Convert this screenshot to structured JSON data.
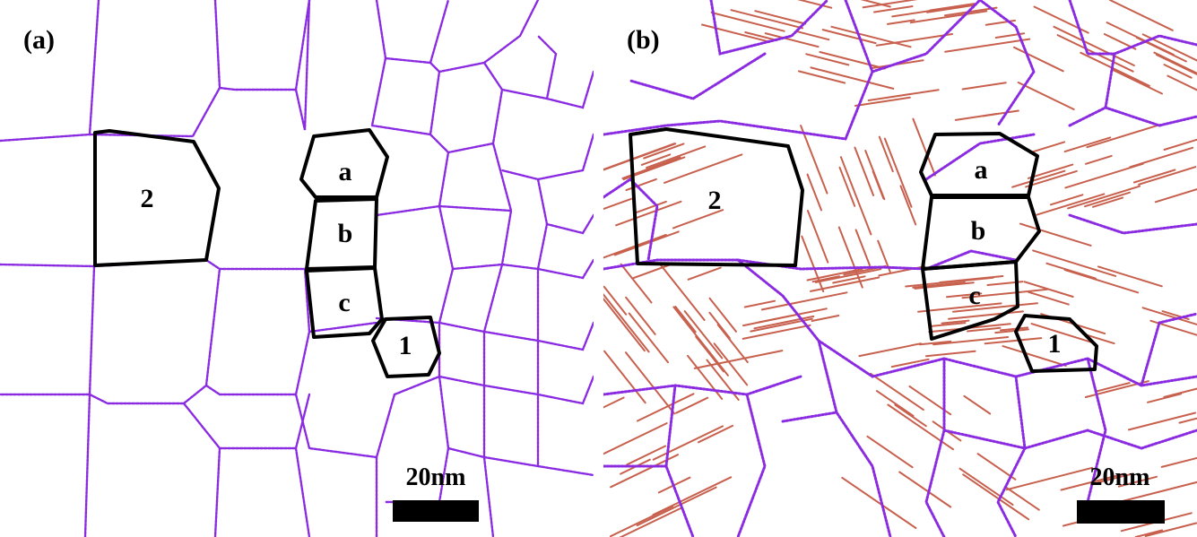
{
  "panels": [
    {
      "label": "(a)",
      "grain_labels": {
        "a": "a",
        "b": "b",
        "c": "c",
        "one": "1",
        "two": "2"
      },
      "scale_bar": "20nm",
      "colors": {
        "boundary_atoms": "#8a2be2",
        "stacking_faults": "#c8604e",
        "outline": "#000000"
      }
    },
    {
      "label": "(b)",
      "grain_labels": {
        "a": "a",
        "b": "b",
        "c": "c",
        "one": "1",
        "two": "2"
      },
      "scale_bar": "20nm",
      "colors": {
        "boundary_atoms": "#8a2be2",
        "stacking_faults": "#c8604e",
        "outline": "#000000"
      }
    }
  ]
}
